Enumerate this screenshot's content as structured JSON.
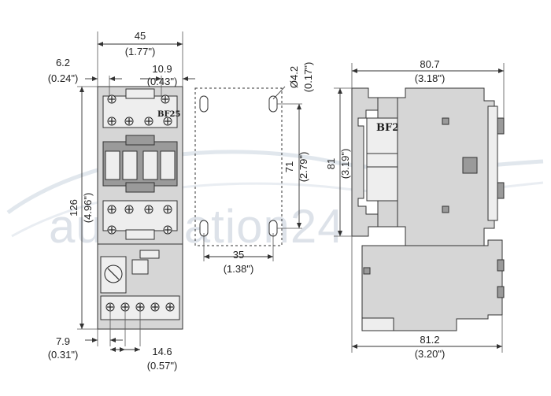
{
  "product_marking": "BF25",
  "watermark": "automation24",
  "front_view": {
    "width": {
      "mm": "45",
      "inch": "(1.77\")"
    },
    "offset_left": {
      "mm": "6.2",
      "inch": "(0.24\")"
    },
    "offset_right": {
      "mm": "10.9",
      "inch": "(0.43\")"
    },
    "height": {
      "mm": "126",
      "inch": "(4.96\")"
    },
    "bottom_offset": {
      "mm": "7.9",
      "inch": "(0.31\")"
    },
    "terminal_pitch": {
      "mm": "14.6",
      "inch": "(0.57\")"
    }
  },
  "mounting_view": {
    "hole_diameter": {
      "mm": "Ø4.2",
      "inch": "(0.17\")"
    },
    "vertical_spacing": {
      "mm": "71",
      "inch": "(2.79\")"
    },
    "horizontal_spacing": {
      "mm": "35",
      "inch": "(1.38\")"
    }
  },
  "side_view": {
    "depth": {
      "mm": "80.7",
      "inch": "(3.18\")"
    },
    "height": {
      "mm": "81",
      "inch": "(3.19\")"
    },
    "depth_with_relay": {
      "mm": "81.2",
      "inch": "(3.20\")"
    }
  }
}
